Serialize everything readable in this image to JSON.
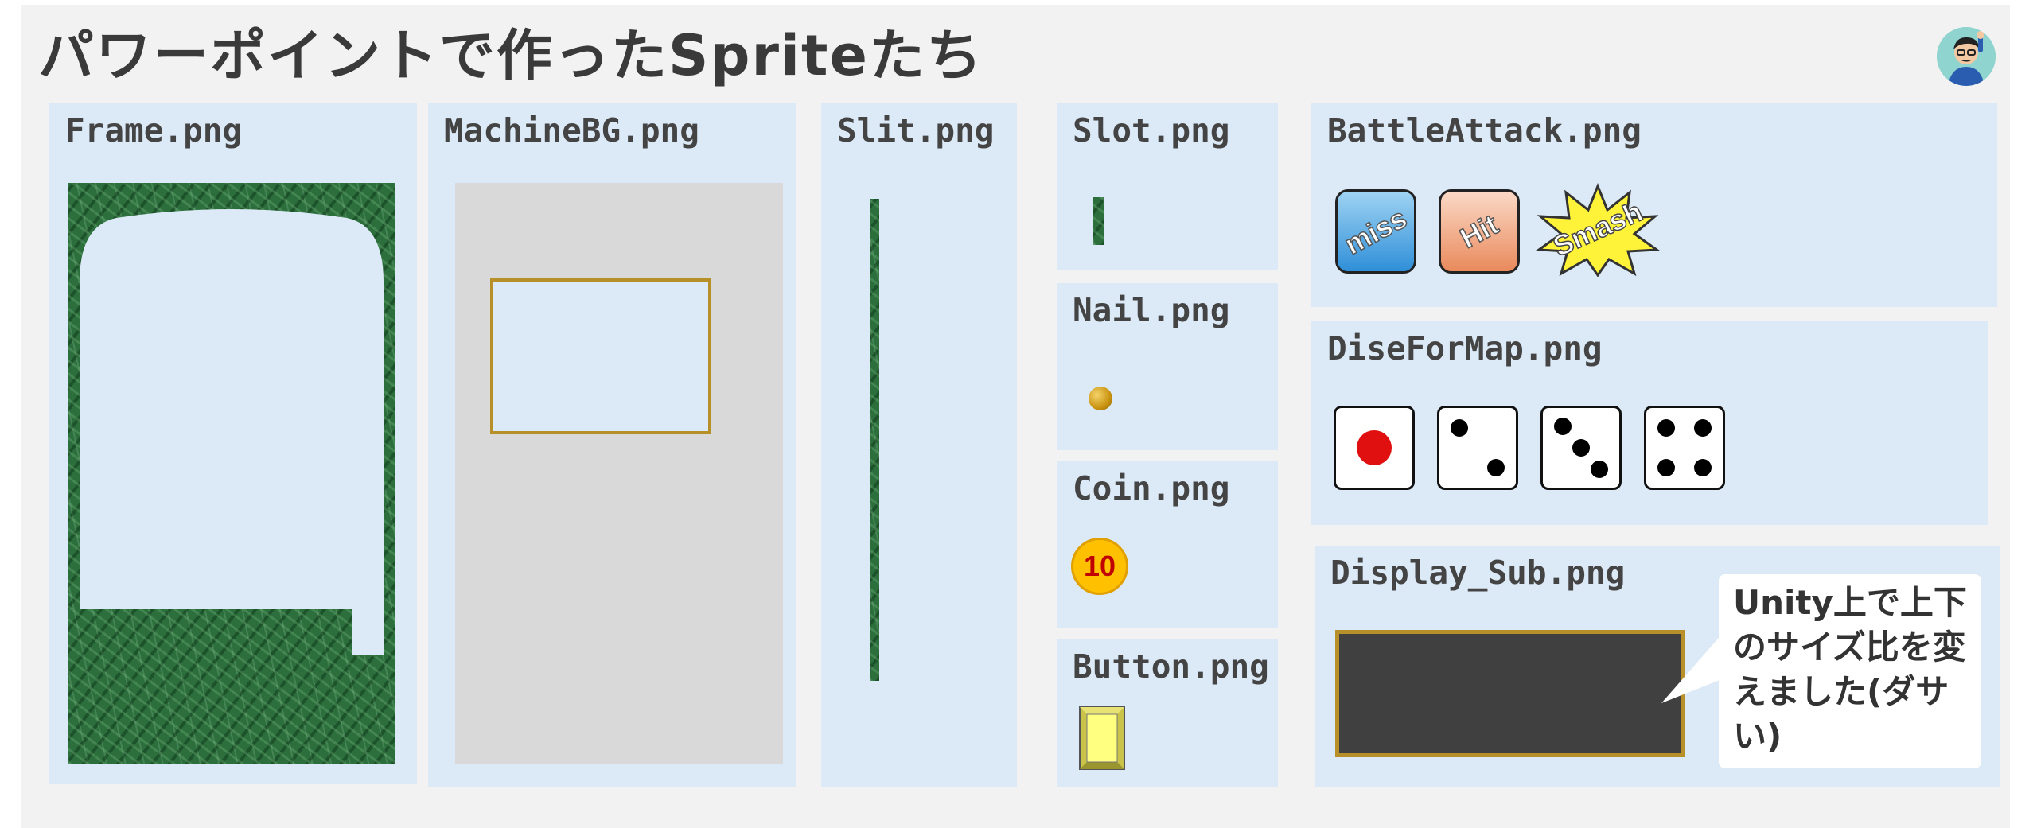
{
  "slide": {
    "title": "パワーポイントで作ったSpriteたち"
  },
  "sprites": {
    "frame": "Frame.png",
    "machine_bg": "MachineBG.png",
    "slit": "Slit.png",
    "slot": "Slot.png",
    "nail": "Nail.png",
    "coin": "Coin.png",
    "button": "Button.png",
    "battle_attack": "BattleAttack.png",
    "dise_for_map": "DiseForMap.png",
    "display_sub": "Display_Sub.png"
  },
  "coin_value": "10",
  "battle_badges": {
    "miss": "miss",
    "hit": "Hit",
    "smash": "Smash"
  },
  "dice_faces": [
    1,
    2,
    3,
    4
  ],
  "callout": {
    "text": "Unity上で上下のサイズ比を変えました(ダサい)"
  },
  "colors": {
    "slide_bg": "#f2f2f2",
    "panel_bg": "#dce9f6",
    "green_texture": "#2c6e3c",
    "gold_border": "#b8902a",
    "display_screen": "#404040",
    "die_one_pip": "#e01010"
  },
  "icons": [
    "avatar-icon",
    "nail-ball-icon",
    "coin-icon",
    "button-sprite-icon",
    "die-icon"
  ]
}
